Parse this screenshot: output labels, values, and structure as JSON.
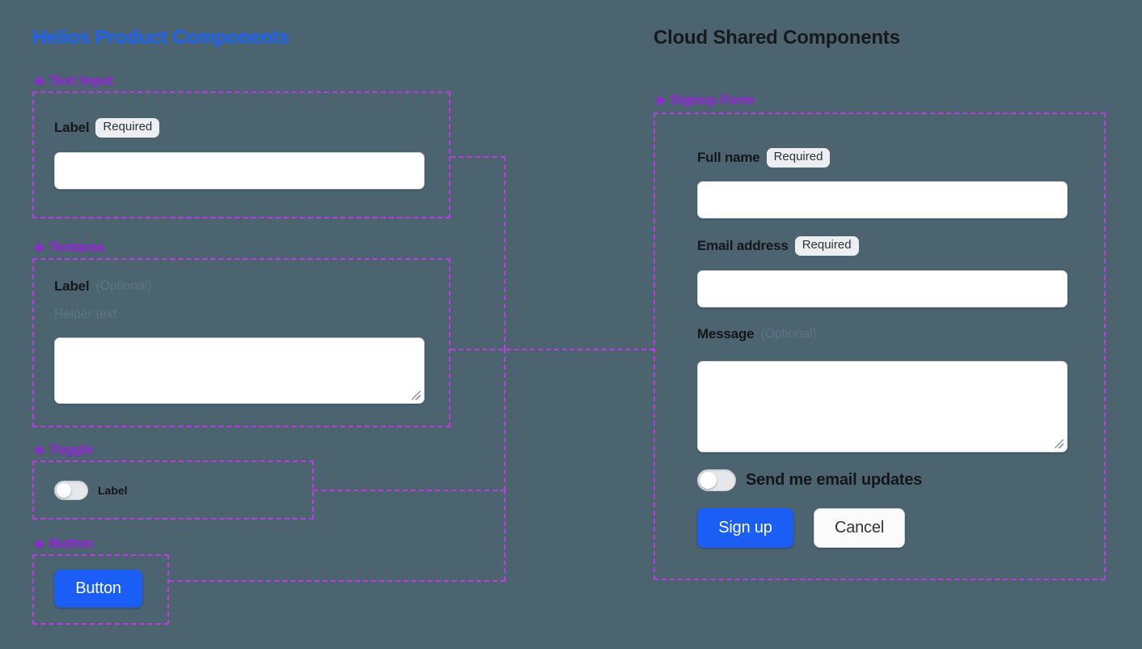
{
  "columns": {
    "left_title": "Helios Product Components",
    "right_title": "Cloud Shared Components",
    "left_title_color": "#1b62f7",
    "right_title_color": "#17191c"
  },
  "theme": {
    "background": "#4b6470",
    "frame_dash": "#c13ae8",
    "section_caption": "#9b1fe0",
    "primary_button": "#1a5ef5",
    "badge_background": "#eceef1",
    "muted_text": "#5d7682"
  },
  "left_panel": {
    "sections": [
      {
        "caption": "Text Input",
        "icon": "diamond-cluster-icon",
        "label": "Label",
        "badge": "Required"
      },
      {
        "caption": "Textarea",
        "icon": "diamond-cluster-icon",
        "label": "Label",
        "optional": "(Optional)",
        "helper": "Helper text"
      },
      {
        "caption": "Toggle",
        "icon": "diamond-cluster-icon",
        "toggle_label": "Label",
        "toggle_state": "off"
      },
      {
        "caption": "Button",
        "icon": "diamond-cluster-icon",
        "button_label": "Button"
      }
    ]
  },
  "right_panel": {
    "section": {
      "caption": "Signup Form",
      "icon": "diamond-cluster-icon"
    },
    "fields": [
      {
        "label": "Full name",
        "badge": "Required",
        "value": "",
        "placeholder": ""
      },
      {
        "label": "Email address",
        "badge": "Required",
        "value": "",
        "placeholder": ""
      },
      {
        "label": "Message",
        "optional": "(Optional)",
        "value": "",
        "placeholder": ""
      }
    ],
    "toggle": {
      "label": "Send me email updates",
      "state": "off"
    },
    "actions": {
      "primary": "Sign up",
      "secondary": "Cancel"
    }
  }
}
